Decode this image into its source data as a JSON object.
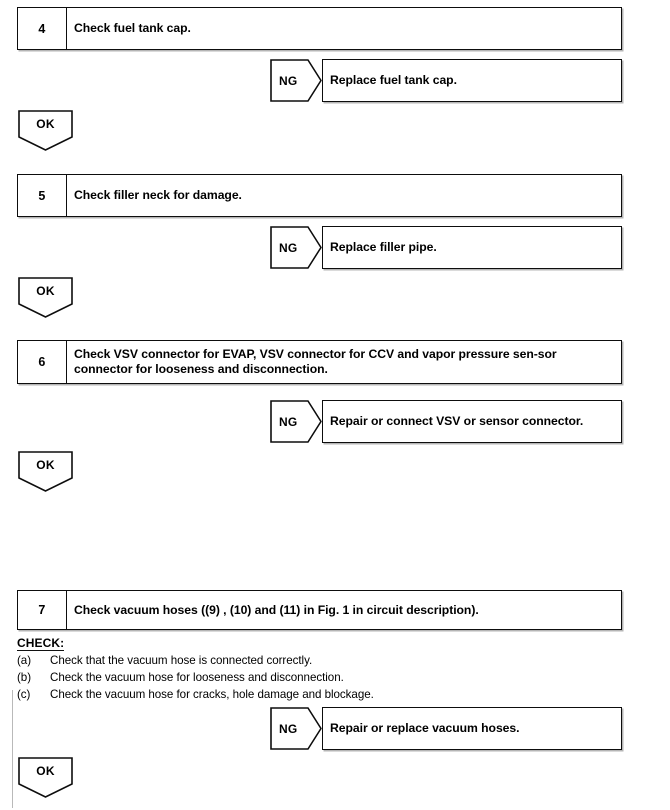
{
  "document": {
    "type": "diagnostic-flowchart",
    "title": "EVAP / Fuel system diagnostic troubleshooting chart"
  },
  "steps": [
    {
      "number": "4",
      "text": "Check fuel tank cap.",
      "ng": {
        "label": "NG",
        "action": "Replace fuel tank cap."
      },
      "ok": {
        "label": "OK"
      }
    },
    {
      "number": "5",
      "text": "Check filler neck for damage.",
      "ng": {
        "label": "NG",
        "action": "Replace filler pipe."
      },
      "ok": {
        "label": "OK"
      }
    },
    {
      "number": "6",
      "text": "Check VSV connector for EVAP, VSV connector for CCV and vapor pressure sen-sor connector for looseness and disconnection.",
      "ng": {
        "label": "NG",
        "action": "Repair or connect VSV or sensor connector."
      },
      "ok": {
        "label": "OK"
      }
    },
    {
      "number": "7",
      "text": "Check vacuum hoses ((9) , (10) and (11) in Fig. 1 in circuit description).",
      "check": {
        "heading": "CHECK:",
        "items": [
          {
            "marker": "(a)",
            "text": "Check that the vacuum hose is connected correctly."
          },
          {
            "marker": "(b)",
            "text": "Check the vacuum hose for looseness and disconnection."
          },
          {
            "marker": "(c)",
            "text": "Check the vacuum hose for cracks, hole damage and blockage."
          }
        ]
      },
      "ng": {
        "label": "NG",
        "action": "Repair or replace vacuum hoses."
      },
      "ok": {
        "label": "OK"
      }
    }
  ],
  "colors": {
    "line": "#0d0d0d",
    "background": "#ffffff",
    "text": "#000000",
    "shadow": "#787878"
  }
}
